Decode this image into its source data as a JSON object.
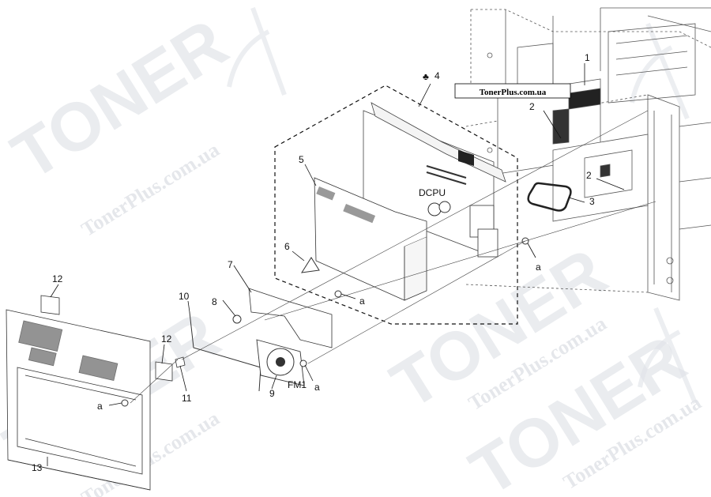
{
  "banner": {
    "text": "TonerPlus.com.ua"
  },
  "watermarks": {
    "big": "TONER",
    "small": "TonerPlus.com.ua"
  },
  "callouts": {
    "c1": "1",
    "c2a": "2",
    "c2b": "2",
    "c3": "3",
    "c4_symbol": "♣",
    "c4": "4",
    "c5": "5",
    "c6": "6",
    "c7": "7",
    "c8": "8",
    "c9": "9",
    "c10": "10",
    "c11": "11",
    "c12a": "12",
    "c12b": "12",
    "c13": "13",
    "a1": "a",
    "a2": "a",
    "a3": "a",
    "a4": "a"
  },
  "parts": {
    "dcpu": "DCPU",
    "fm1": "FM1"
  }
}
